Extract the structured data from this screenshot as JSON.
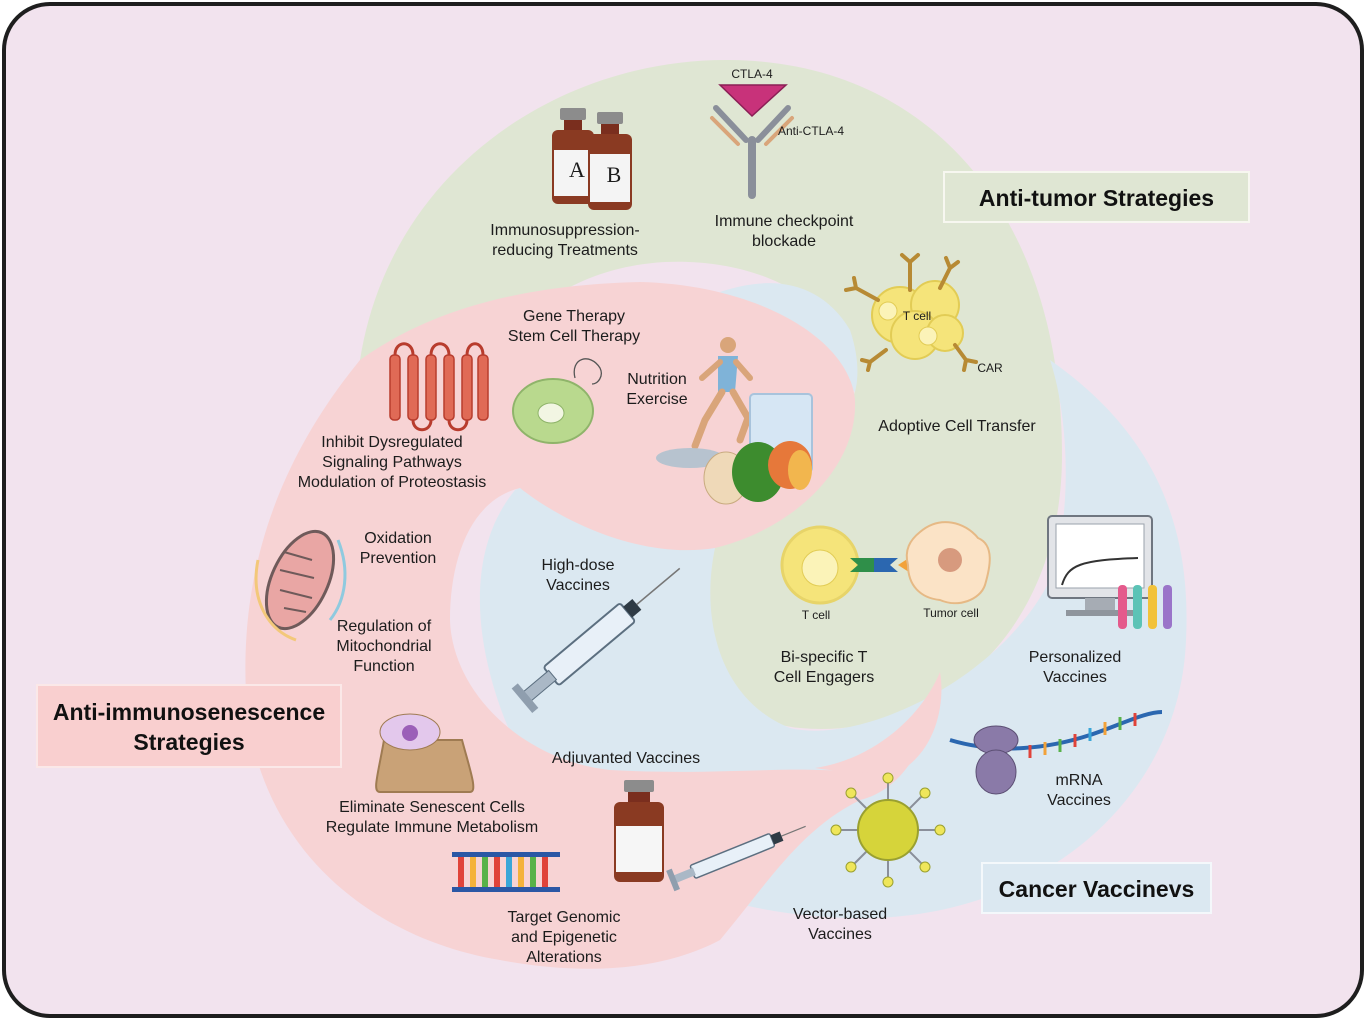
{
  "colors": {
    "background": "#f2e3ee",
    "frame": "#1e1e1e",
    "anti_tumor_region": "#dfe6d3",
    "anti_immunosenescence_region": "#f7d3d4",
    "cancer_vaccine_region": "#dbe8f1",
    "ctla4": "#c8327a",
    "t_cell": "#f5e47a"
  },
  "titles": {
    "anti_tumor": "Anti-tumor Strategies",
    "anti_immunosenescence": "Anti-immunosenescence\nStrategies",
    "cancer_vaccines": "Cancer Vaccinevs"
  },
  "anti_tumor": {
    "immunosuppression": "Immunosuppression-\nreducing Treatments",
    "vial_a": "A",
    "vial_b": "B",
    "ctla4": "CTLA-4",
    "anti_ctla4": "Anti-CTLA-4",
    "checkpoint": "Immune checkpoint\nblockade",
    "car_t_cell": "T cell",
    "car": "CAR",
    "adoptive": "Adoptive Cell Transfer",
    "bite_t_cell": "T cell",
    "tumor_cell": "Tumor cell",
    "bite": "Bi-specific T\nCell Engagers"
  },
  "anti_immunosenescence": {
    "gene_therapy": "Gene Therapy\nStem Cell Therapy",
    "nutrition": "Nutrition\nExercise",
    "signaling": "Inhibit Dysregulated\nSignaling Pathways\nModulation of Proteostasis",
    "oxidation": "Oxidation\nPrevention",
    "mitochondrial": "Regulation of\nMitochondrial\nFunction",
    "senescent": "Eliminate Senescent Cells\nRegulate Immune Metabolism",
    "genomic": "Target Genomic\nand Epigenetic\nAlterations"
  },
  "cancer_vaccines": {
    "high_dose": "High-dose\nVaccines",
    "adjuvanted": "Adjuvanted Vaccines",
    "vector": "Vector-based\nVaccines",
    "personalized": "Personalized\nVaccines",
    "mrna": "mRNA\nVaccines"
  }
}
